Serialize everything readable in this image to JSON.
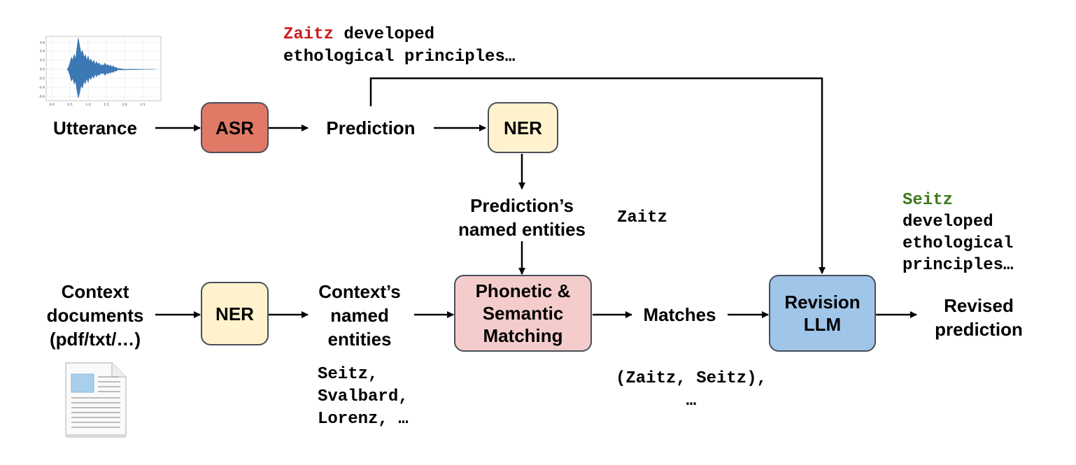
{
  "colors": {
    "asr_box": "#e07a66",
    "ner_box": "#fff2cc",
    "matching_box": "#f4cccc",
    "revision_box": "#9fc5e8",
    "error_word": "#cc1f1f",
    "fixed_word": "#3d7a1f",
    "waveform": "#3c78b4"
  },
  "icons": {
    "waveform": "waveform-plot-icon",
    "document": "document-icon"
  },
  "waveform_axes": {
    "y_ticks": [
      "0.6",
      "0.4",
      "0.2",
      "0.0",
      "-0.2",
      "-0.4",
      "-0.6"
    ],
    "x_ticks": [
      "0.0",
      "0.5",
      "1.0",
      "1.5",
      "2.0",
      "2.5"
    ]
  },
  "nodes": {
    "utterance": "Utterance",
    "asr": "ASR",
    "prediction": "Prediction",
    "ner_top": "NER",
    "prediction_entities": "Prediction’s\nnamed entities",
    "context_docs": "Context\ndocuments\n(pdf/txt/…)",
    "ner_bottom": "NER",
    "context_entities": "Context’s\nnamed\nentities",
    "matching": "Phonetic &\nSemantic\nMatching",
    "matches": "Matches",
    "revision": "Revision\nLLM",
    "revised_prediction": "Revised\nprediction"
  },
  "examples": {
    "asr_error_word": "Zaitz",
    "asr_rest_line1": " developed",
    "asr_line2": "ethological principles…",
    "prediction_entity": "Zaitz",
    "context_entities": "Seitz,\nSvalbard,\nLorenz, …",
    "matches_line1": "(Zaitz, Seitz),",
    "matches_line2": "…",
    "revised_word": "Seitz",
    "revised_rest": "developed\nethological\nprinciples…"
  }
}
